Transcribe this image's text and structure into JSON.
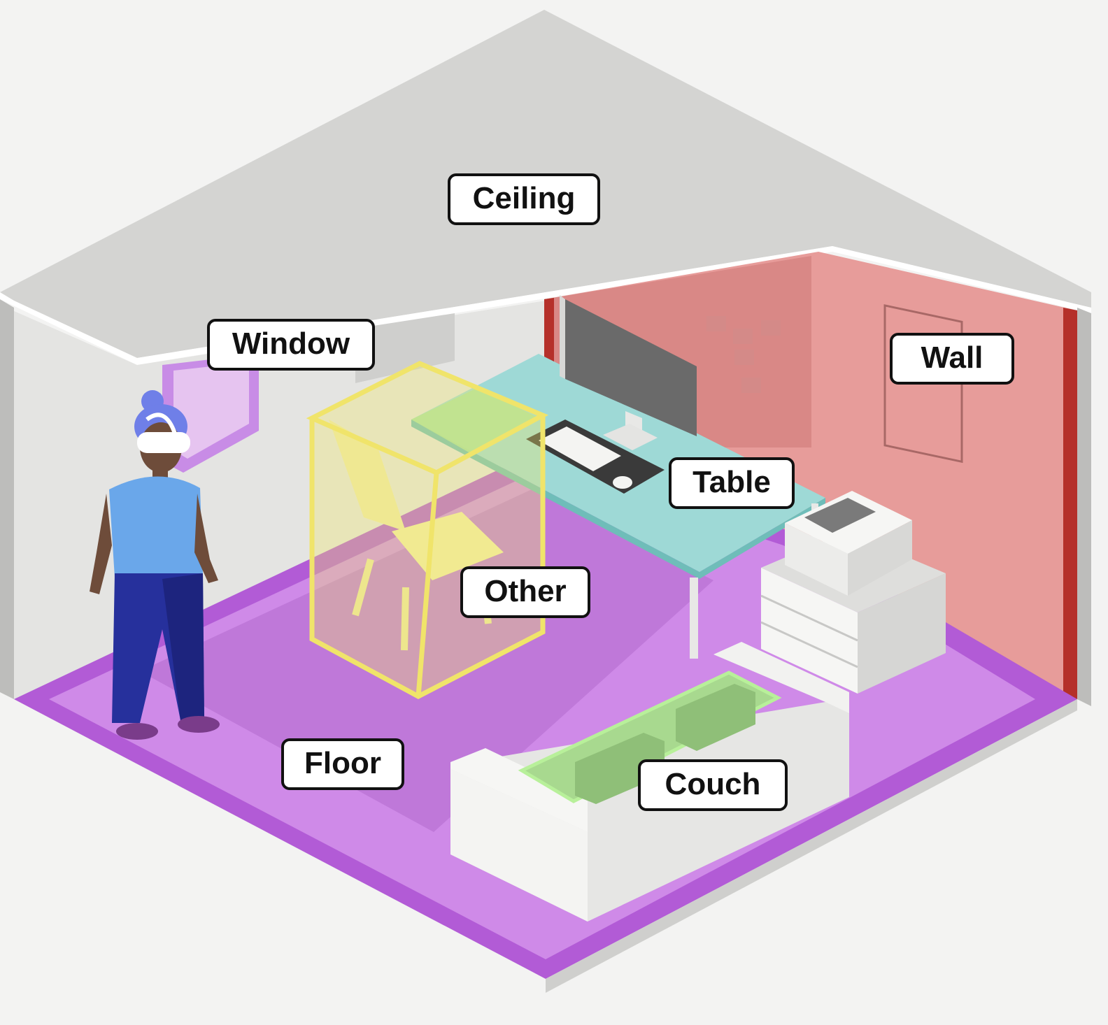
{
  "labels": {
    "ceiling": "Ceiling",
    "window": "Window",
    "wall": "Wall",
    "table": "Table",
    "other": "Other",
    "floor": "Floor",
    "couch": "Couch"
  },
  "colors": {
    "background": "#f3f3f2",
    "ceiling": "#d4d4d2",
    "left_wall": "#e6e6e4",
    "floor": "#cf8ae8",
    "floor_border": "#b25bd6",
    "wall_highlight": "#e79c9a",
    "wall_edge": "#b5302a",
    "table_highlight": "#9ed9d6",
    "other_box": "#f0e96a",
    "couch_highlight": "#a8d98f",
    "window_highlight": "#c88ce6",
    "person_shirt": "#6aa7ea",
    "person_pants": "#26309c",
    "headset": "#ffffff"
  }
}
